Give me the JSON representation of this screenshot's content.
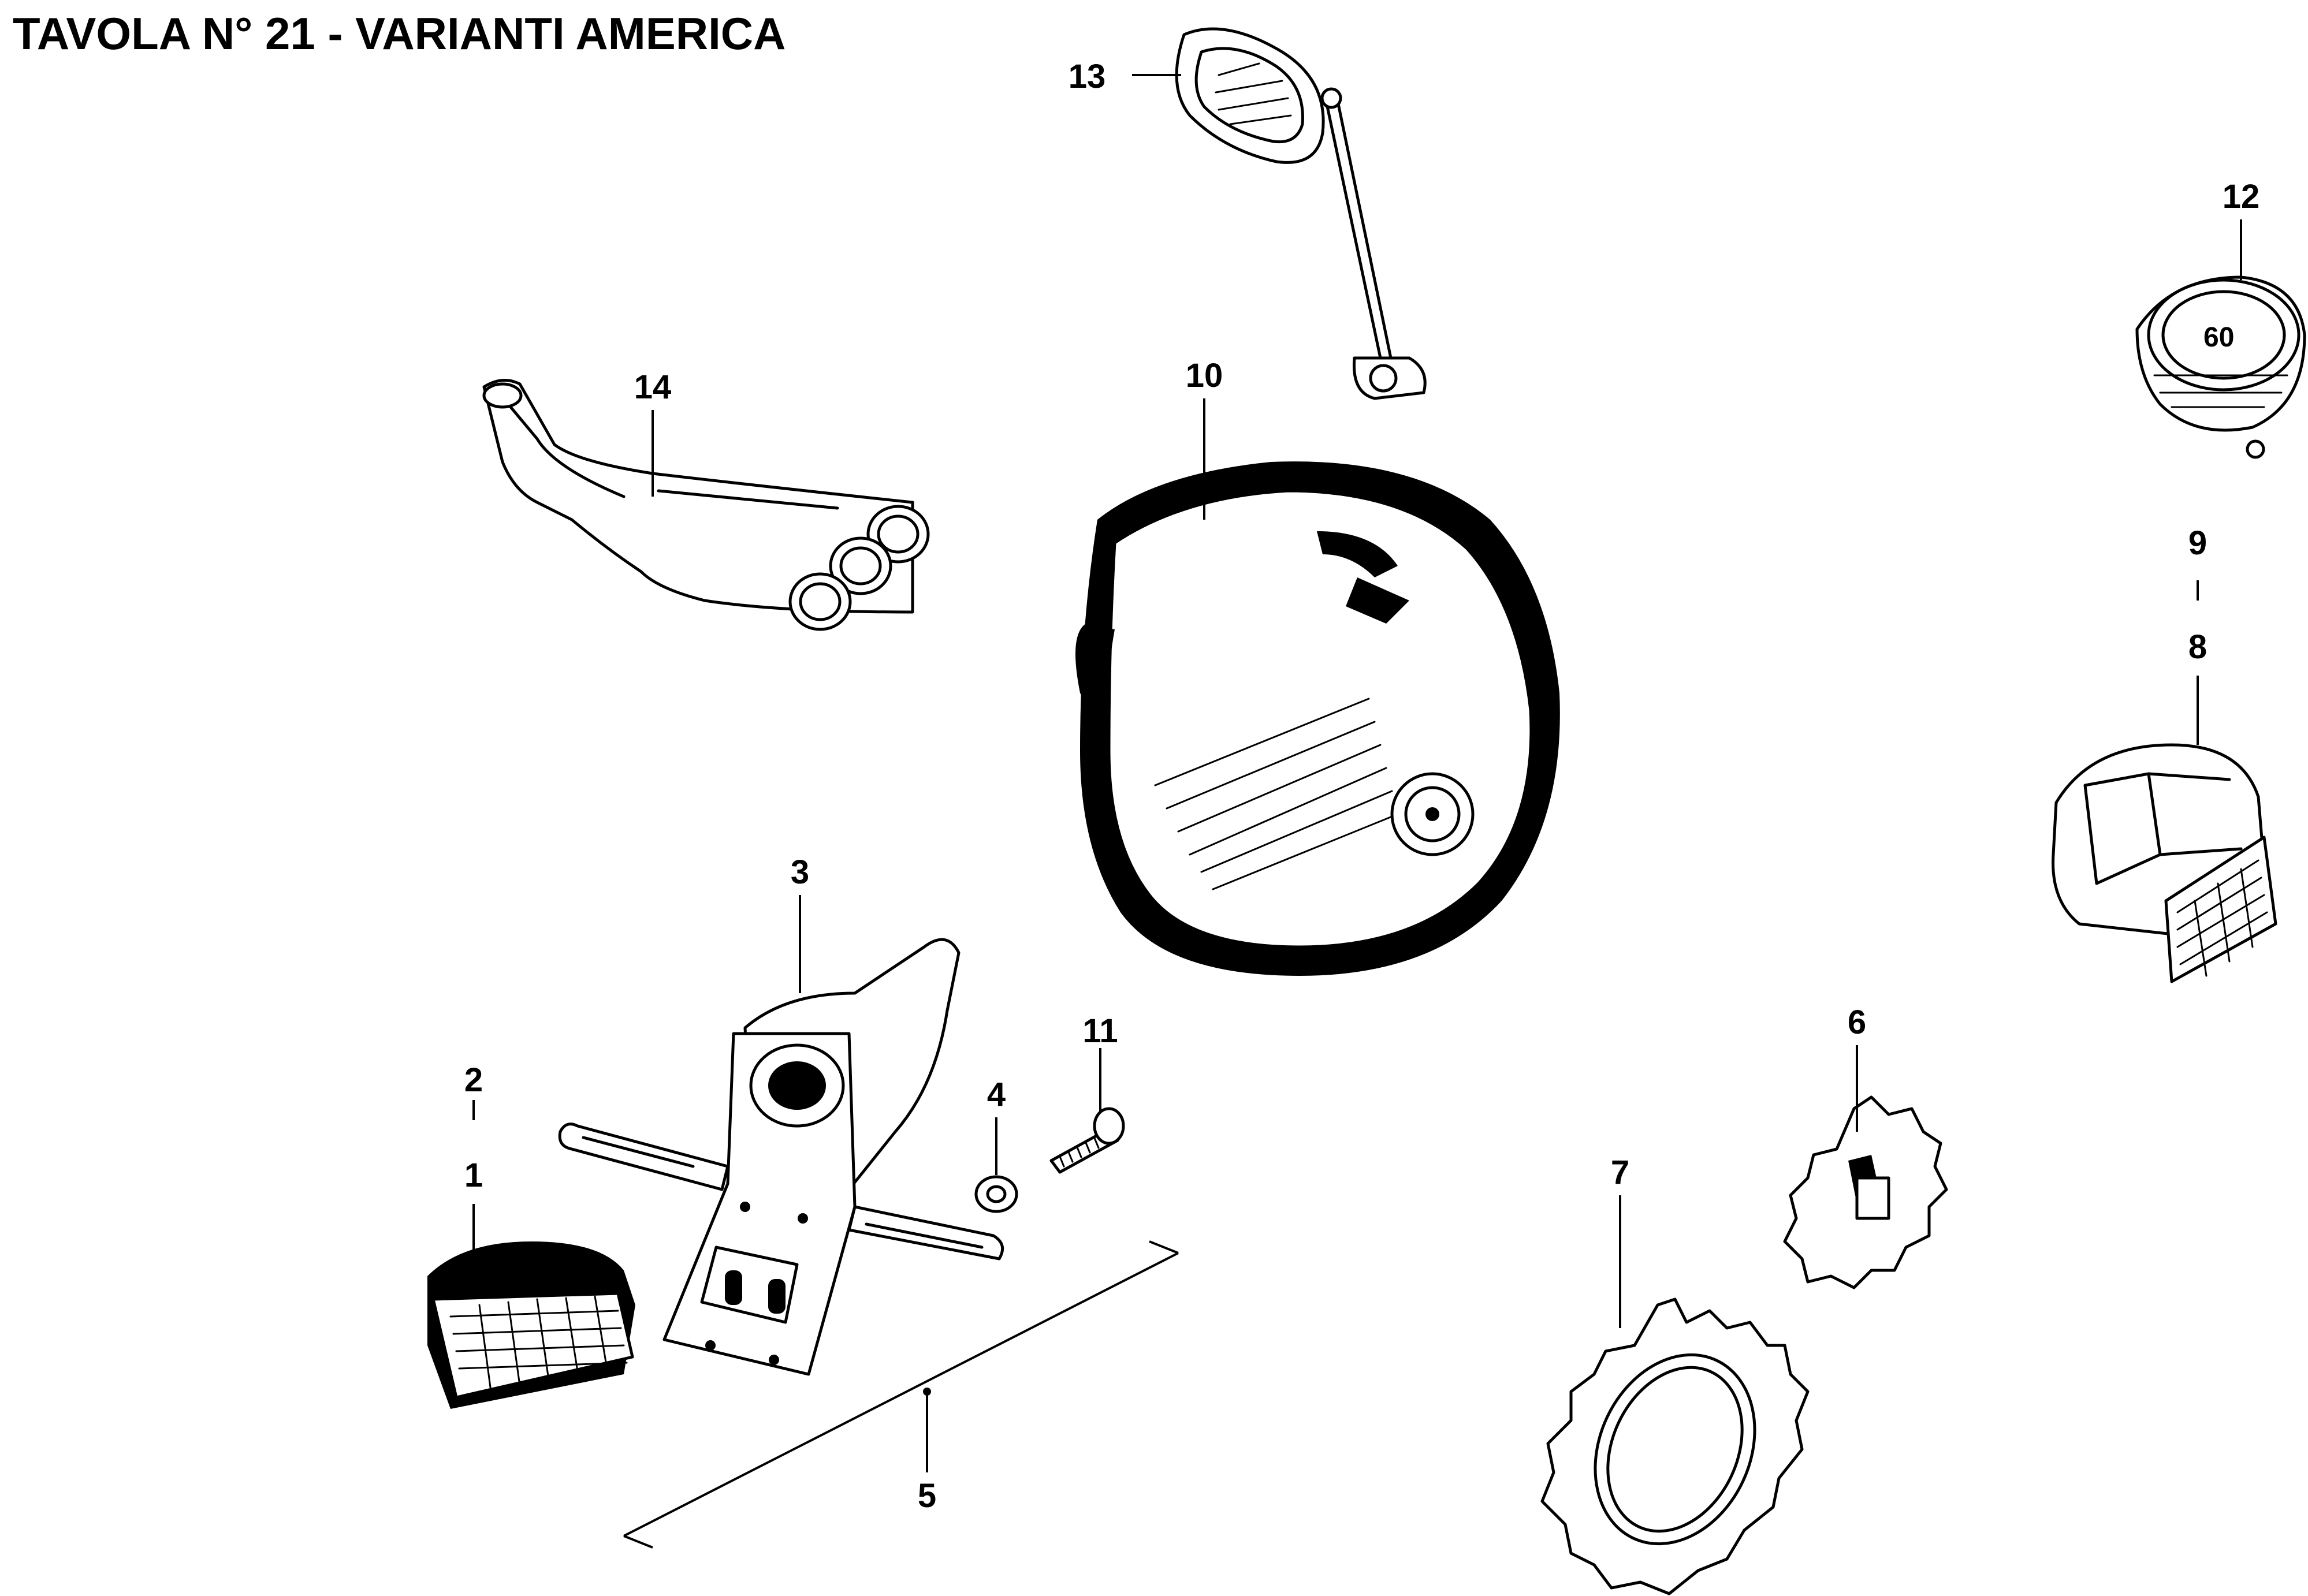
{
  "title": "TAVOLA N° 21 - VARIANTI AMERICA",
  "callouts": {
    "c1": "1",
    "c2": "2",
    "c3": "3",
    "c4": "4",
    "c5": "5",
    "c6": "6",
    "c7": "7",
    "c8": "8",
    "c9": "9",
    "c10": "10",
    "c11": "11",
    "c12": "12",
    "c13": "13",
    "c14": "14"
  },
  "speedo_dial": "60"
}
